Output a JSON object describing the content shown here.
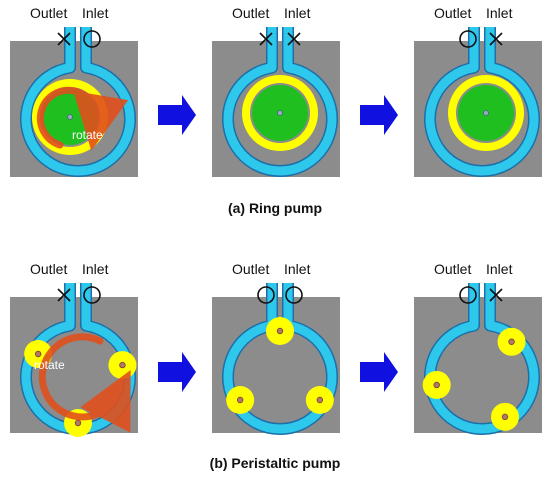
{
  "labels": {
    "outlet": "Outlet",
    "inlet": "Inlet",
    "rotate": "rotate"
  },
  "captions": {
    "ring": "(a) Ring pump",
    "peristaltic": "(b) Peristaltic pump"
  },
  "colors": {
    "background": "#8c8c8c",
    "channel": "#2ec8ec",
    "channel_edge": "#1c6fa8",
    "roller": "#ffff00",
    "rotor": "#1fbf1f",
    "arrow": "#1010e0",
    "rotate_arrow": "#e0501c"
  },
  "ring_row": {
    "panels": [
      {
        "outlet_state": "closed",
        "inlet_state": "open",
        "show_rotate": true
      },
      {
        "outlet_state": "closed",
        "inlet_state": "closed",
        "show_rotate": false
      },
      {
        "outlet_state": "open",
        "inlet_state": "closed",
        "show_rotate": false
      }
    ]
  },
  "peristaltic_row": {
    "panels": [
      {
        "outlet_state": "closed",
        "inlet_state": "open",
        "show_rotate": true,
        "roller_angles_deg": [
          -150,
          -15,
          90
        ]
      },
      {
        "outlet_state": "open",
        "inlet_state": "open",
        "show_rotate": false,
        "roller_angles_deg": [
          -90,
          150,
          30
        ]
      },
      {
        "outlet_state": "open",
        "inlet_state": "closed",
        "show_rotate": false,
        "roller_angles_deg": [
          -50,
          170,
          60
        ]
      }
    ]
  }
}
